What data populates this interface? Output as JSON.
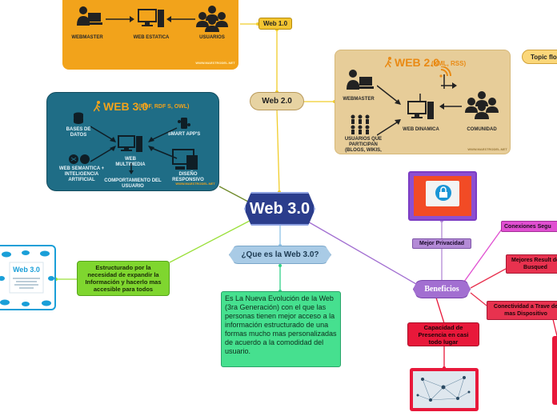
{
  "nodes": {
    "web10": "Web 1.0",
    "web20": "Web 2.0",
    "web30": "Web 3.0",
    "que_es": "¿Que es la Web 3.0?",
    "definicion": "Es La Nueva Evolución de la Web (3ra Generación) con el que las personas tienen mejor acceso a la información estructurado de una formas mucho mas personalizadas de acuerdo a la comodidad del usuario.",
    "estructurado": "Estructurado por la necesidad de expandir la Información y hacerlo mas accesible para todos",
    "beneficios": "Beneficios",
    "privacidad": "Mejor Privacidad",
    "conexiones": "Conexiones Segu",
    "resultados": "Mejores Result de Busqued",
    "conectividad": "Conectividad a Trave de mas Dispositivo",
    "capacidad": "Capacidad de Presencia en casi todo lugar",
    "topic": "Topic flo"
  },
  "web10_panel": {
    "labels": [
      "WEBMASTER",
      "WEB ESTATICA",
      "USUARIOS"
    ],
    "credit": "WWW.MAESTRODEL.NET"
  },
  "web20_panel": {
    "title": "WEB 2.0",
    "subtitle": "(XML, RSS)",
    "labels": [
      "WEBMASTER",
      "USUARIOS QUE PARTICIPAN (BLOGS, WIKIS, RRSS...)",
      "WEB DINAMICA",
      "COMUNIDAD"
    ],
    "credit": "WWW.MAESTRODEL.NET"
  },
  "web30_panel": {
    "title": "WEB 3.0",
    "subtitle": "(RDF, RDF S, OWL)",
    "labels": [
      "BASES DE DATOS",
      "SMART APP'S",
      "WEB SEMANTICA + INTELIGENCIA ARTIFICIAL",
      "WEB MULTIMEDIA",
      "COMPORTAMIENTO DEL USUARIO",
      "DISEÑO RESPONSIVO"
    ],
    "credit": "WWW.MAESTRODEL.NET"
  },
  "thumb": {
    "title": "Web 3.0"
  },
  "colors": {
    "web10_bg": "#f2a31b",
    "web20_bg": "#e7cd99",
    "web30_bg": "#1f6d86",
    "web30_node": "#2b3d8c",
    "que_es": "#a9cbe6",
    "definicion": "#46e08f",
    "estructurado": "#7fd62f",
    "beneficios": "#a26fd1",
    "privacidad": "#b38ad6",
    "conexiones": "#e04fd1",
    "resultados": "#e8324f",
    "capacidad": "#e8183a",
    "yellow_node": "#f3c531"
  }
}
